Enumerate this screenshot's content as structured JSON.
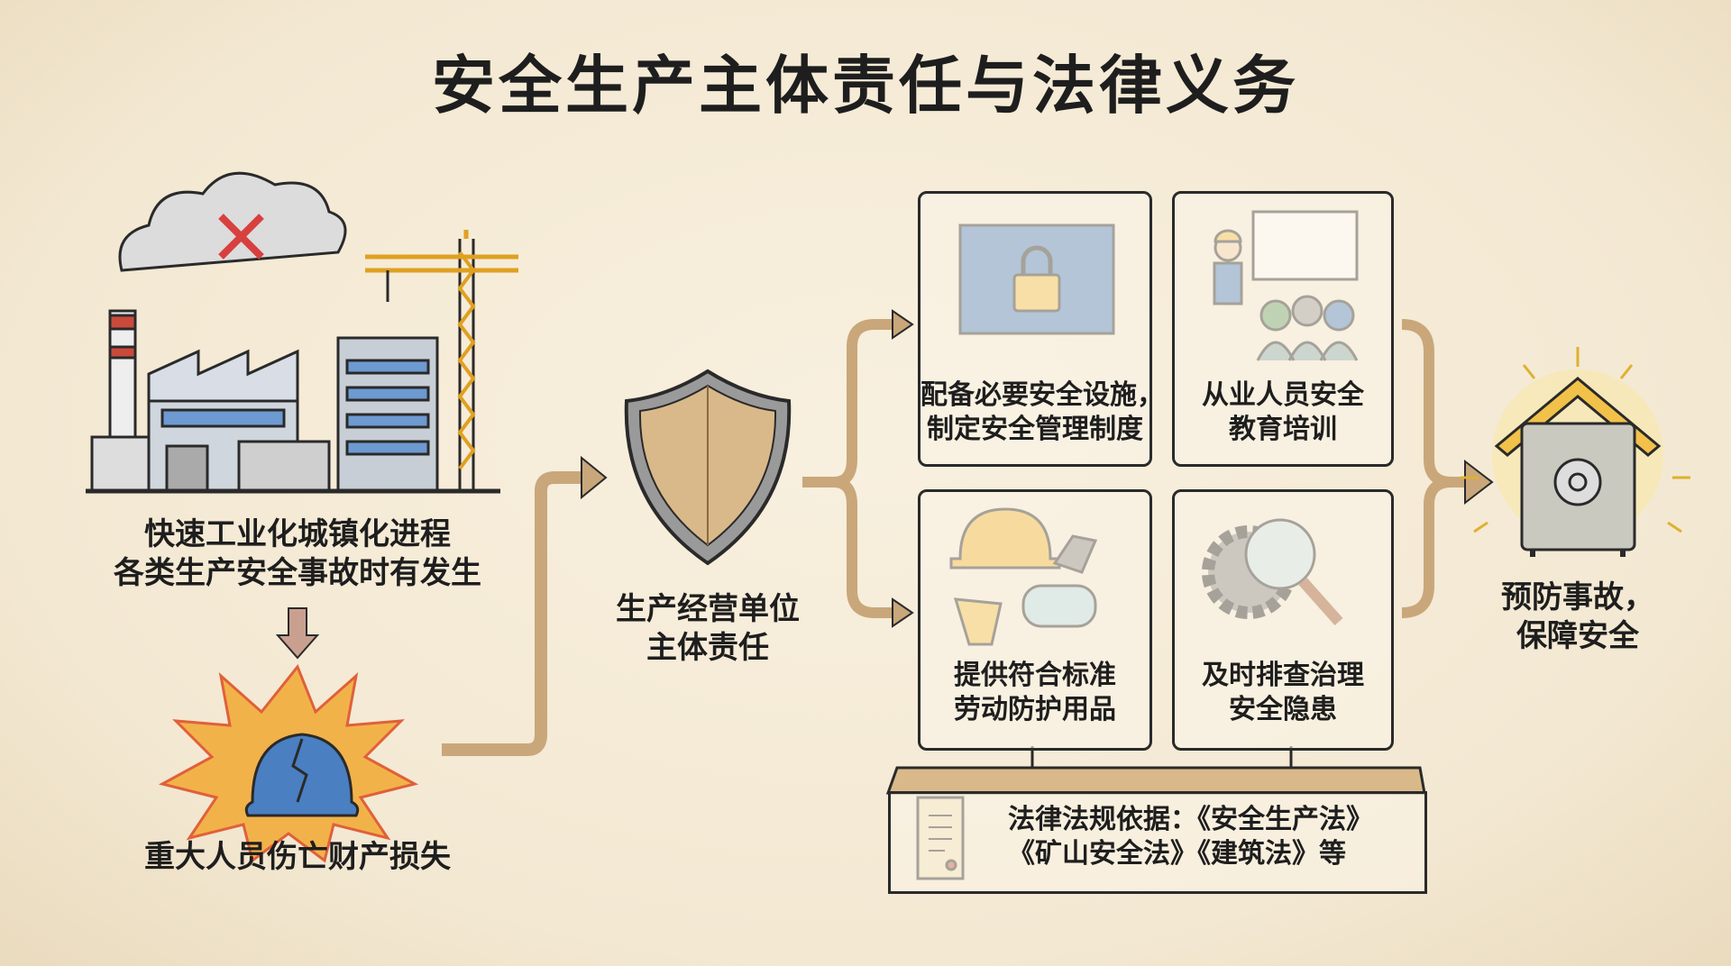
{
  "title": "安全生产主体责任与法律义务",
  "left": {
    "cause_line1": "快速工业化城镇化进程",
    "cause_line2": "各类生产安全事故时有发生",
    "effect": "重大人员伤亡财产损失"
  },
  "center": {
    "line1": "生产经营单位",
    "line2": "主体责任"
  },
  "duties": [
    {
      "line1": "配备必要安全设施，",
      "line2": "制定安全管理制度"
    },
    {
      "line1": "从业人员安全",
      "line2": "教育培训"
    },
    {
      "line1": "提供符合标准",
      "line2": "劳动防护用品"
    },
    {
      "line1": "及时排查治理",
      "line2": "安全隐患"
    }
  ],
  "legal": {
    "line1": "法律法规依据：《安全生产法》",
    "line2": "《矿山安全法》《建筑法》等"
  },
  "outcome": {
    "line1": "预防事故，",
    "line2": "保障安全"
  },
  "colors": {
    "arrow": "#c9a77a",
    "ink": "#2a2a2a",
    "background": "#f5ecd9",
    "shield": "#d9b98a",
    "blue": "#4a7fc1",
    "yellow": "#f2c14a"
  }
}
